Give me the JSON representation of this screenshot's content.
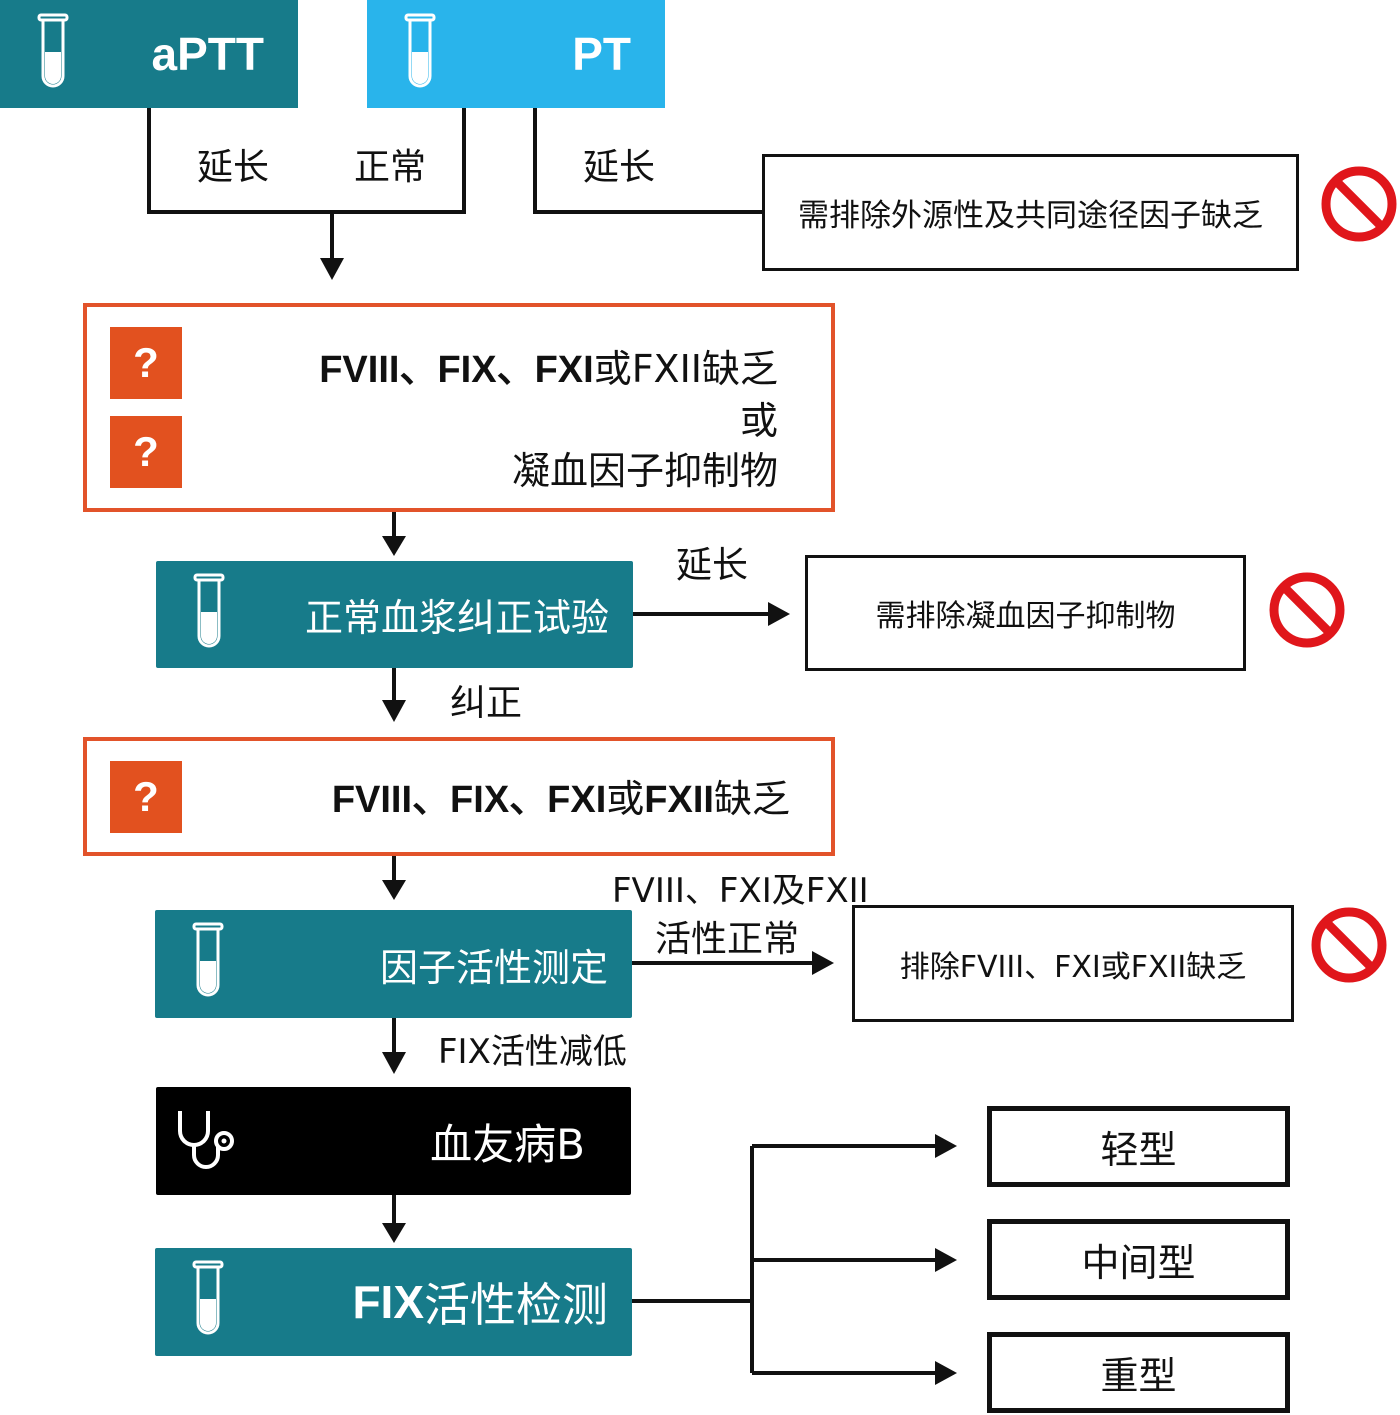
{
  "header": {
    "aptt_label": "aPTT",
    "pt_label": "PT"
  },
  "branch_labels": {
    "aptt_prolonged": "延长",
    "pt_normal": "正常",
    "pt_prolonged": "延长"
  },
  "exclude_boxes": {
    "extrinsic": "需排除外源性及共同途径因子缺乏",
    "inhibitor": "需排除凝血因子抑制物",
    "factor_normal": "排除FVIII、FXI或FXII缺乏"
  },
  "suspect_box_1": {
    "line1_bold": "FVIII、FIX、FXI",
    "line1_rest": "或FXII缺乏",
    "line2": "或",
    "line3": "凝血因子抑制物",
    "badge": "?"
  },
  "mixing_test": {
    "label": "正常血浆纠正试验",
    "prolonged_label": "延长",
    "corrected_label": "纠正"
  },
  "suspect_box_2": {
    "text_bold": "FVIII、FIX、FXI",
    "text_mid": "或",
    "text_bold2": "FXII",
    "text_rest": "缺乏",
    "badge": "?"
  },
  "factor_assay": {
    "label": "因子活性测定",
    "normal_label_line1": "FVIII、FXI及FXII",
    "normal_label_line2": "活性正常",
    "fix_low_label": "FIX活性减低"
  },
  "diagnosis": {
    "label": "血友病B"
  },
  "fix_activity": {
    "label_bold": "FIX",
    "label_rest": "活性检测"
  },
  "severity": [
    "轻型",
    "中间型",
    "重型"
  ],
  "colors": {
    "teal": "#177b8a",
    "blue": "#29b4eb",
    "orange": "#e2532a",
    "prohibit_red": "#e0161b"
  },
  "icons": {
    "test_tube": "test-tube-icon",
    "stethoscope": "stethoscope-icon",
    "question": "question-badge",
    "prohibited": "prohibited-icon"
  }
}
